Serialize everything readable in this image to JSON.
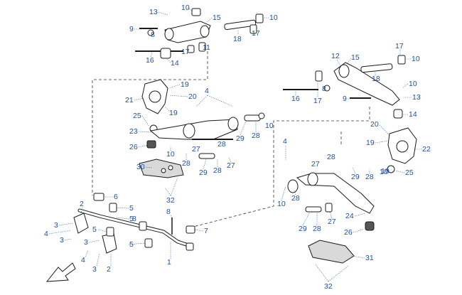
{
  "diagram": {
    "type": "exploded-parts-diagram",
    "callouts": [
      "13",
      "10",
      "15",
      "10",
      "9",
      "8",
      "18",
      "17",
      "17",
      "11",
      "16",
      "14",
      "12",
      "15",
      "17",
      "10",
      "18",
      "16",
      "8",
      "17",
      "9",
      "10",
      "13",
      "14",
      "21",
      "19",
      "20",
      "19",
      "4",
      "25",
      "23",
      "29",
      "28",
      "10",
      "26",
      "10",
      "27",
      "28",
      "28",
      "27",
      "29",
      "28",
      "30",
      "32",
      "4",
      "28",
      "27",
      "29",
      "28",
      "10",
      "28",
      "10",
      "29",
      "28",
      "27",
      "24",
      "26",
      "20",
      "19",
      "22",
      "25",
      "10",
      "6",
      "2",
      "5",
      "3",
      "5",
      "8",
      "4",
      "3",
      "5",
      "3",
      "8",
      "7",
      "5",
      "4",
      "3",
      "2",
      "1",
      "31",
      "32"
    ],
    "colors": {
      "callout": "#1f4f9c",
      "line": "#1a1a1a"
    }
  }
}
